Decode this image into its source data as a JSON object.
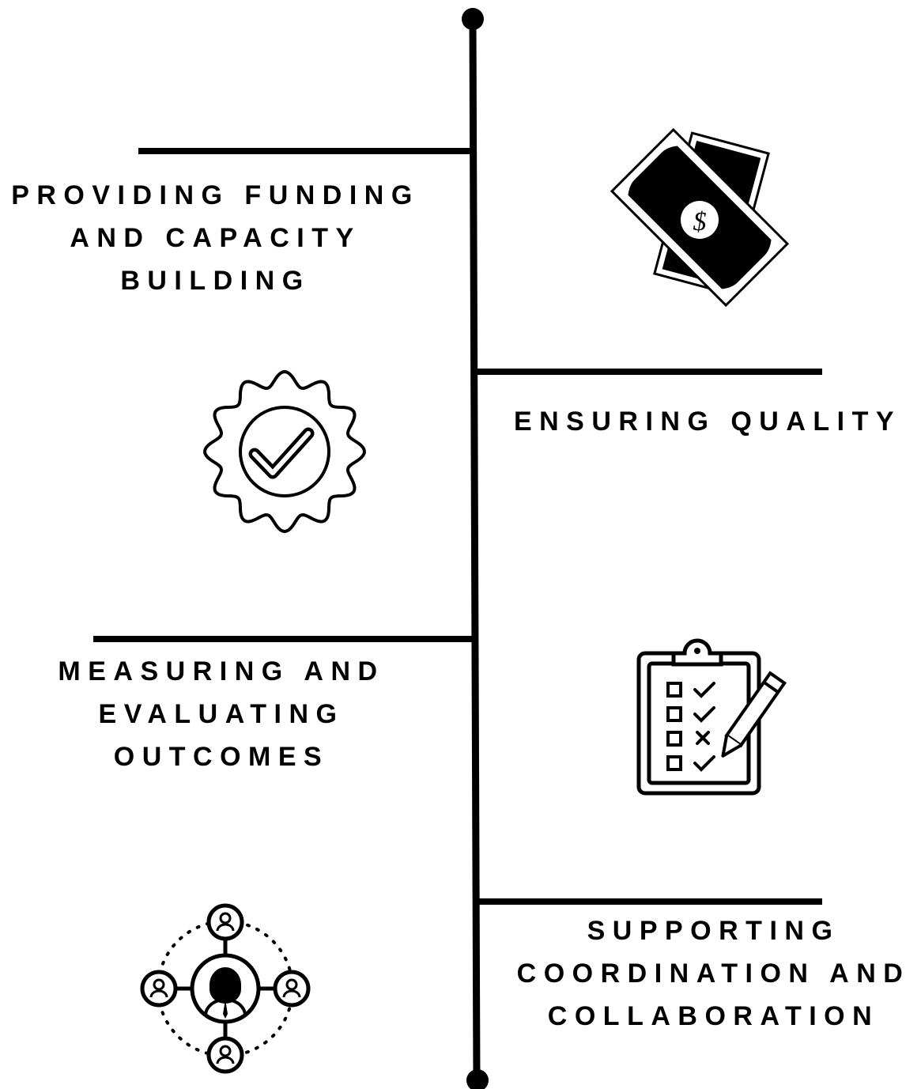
{
  "colors": {
    "ink": "#000000",
    "background": "#ffffff"
  },
  "timeline": {
    "items": [
      {
        "side": "left",
        "lines": [
          "PROVIDING FUNDING",
          "AND CAPACITY",
          "BUILDING"
        ],
        "icon": "money-bills-icon"
      },
      {
        "side": "right",
        "lines": [
          "ENSURING QUALITY"
        ],
        "icon": "quality-badge-check-icon"
      },
      {
        "side": "left",
        "lines": [
          "MEASURING AND",
          "EVALUATING",
          "OUTCOMES"
        ],
        "icon": "clipboard-checklist-icon"
      },
      {
        "side": "right",
        "lines": [
          "SUPPORTING",
          "COORDINATION AND",
          "COLLABORATION"
        ],
        "icon": "people-network-icon"
      }
    ]
  }
}
